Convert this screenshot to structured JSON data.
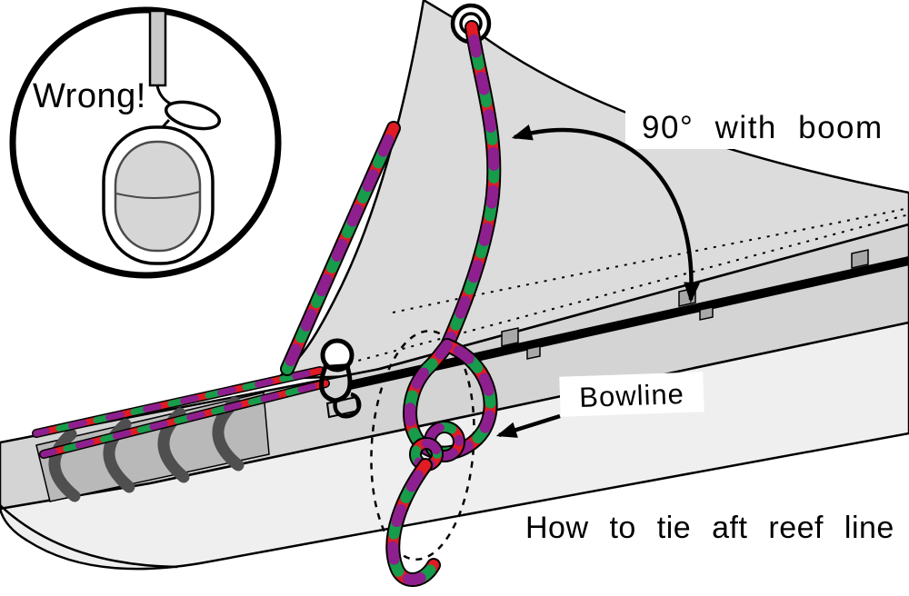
{
  "diagram": {
    "type": "instructional-illustration",
    "subject": "sailboat boom reefing line",
    "title": "How to tie aft reef line",
    "labels": {
      "wrong_caption": "Wrong!",
      "angle_note": "90° with boom",
      "knot_label": "Bowline"
    },
    "colors": {
      "rope_red": "#e01b24",
      "rope_green": "#169c4b",
      "rope_purple": "#8e1f8f",
      "sail_gray": "#dcdcdc",
      "boom_top_gray": "#d4d4d4",
      "boom_side_gray": "#efefef",
      "boom_end_shade": "#b9b9b9",
      "slide_dark_gray": "#4f4f4f",
      "stop_gray": "#a8a8a8",
      "outline_black": "#000000"
    }
  }
}
